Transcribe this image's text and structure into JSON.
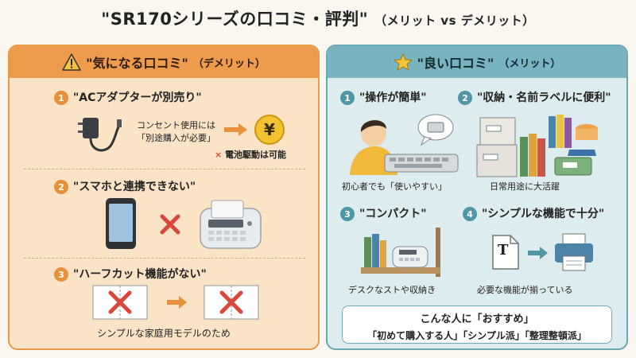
{
  "title": {
    "main": "\"SR170シリーズの口コミ・評判\"",
    "sub": "（メリット vs デメリット）"
  },
  "left": {
    "heading": "\"気になる口コミ\"",
    "heading_sub": "（デメリット）",
    "items": [
      {
        "num": "1",
        "title": "\"ACアダプターが別売り\"",
        "note": "コンセント使用には「別途購入が必要」",
        "note_line1": "コンセント使用には",
        "note_line2": "「別途購入が必要」",
        "yen": "¥",
        "battery": "電池駆動は可能",
        "battery_mark": "×"
      },
      {
        "num": "2",
        "title": "\"スマホと連携できない\""
      },
      {
        "num": "3",
        "title": "\"ハーフカット機能がない\"",
        "caption": "シンプルな家庭用モデルのため"
      }
    ]
  },
  "right": {
    "heading": "\"良い口コミ\"",
    "heading_sub": "（メリット）",
    "items": [
      {
        "num": "1",
        "title": "\"操作が簡単\"",
        "caption": "初心者でも「使いやすい」"
      },
      {
        "num": "2",
        "title": "\"収納・名前ラベルに便利\"",
        "caption": "日常用途に大活躍"
      },
      {
        "num": "3",
        "title": "\"コンパクト\"",
        "caption": "デスクなストや収納き"
      },
      {
        "num": "4",
        "title": "\"シンプルな機能で十分\"",
        "caption": "必要な機能が揃っている",
        "doc_letter": "T"
      }
    ],
    "recommend": {
      "title": "こんな人に「おすすめ」",
      "targets": "「初めて購入する人」「シンプル派」「整理整頓派」"
    }
  },
  "colors": {
    "left_accent": "#ee9b4b",
    "right_accent": "#78b3bf",
    "cross": "#d9473a"
  }
}
